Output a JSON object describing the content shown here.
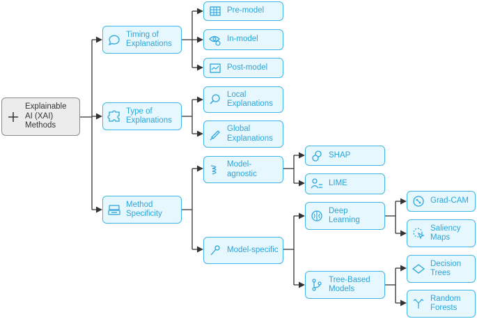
{
  "colors": {
    "node_fill": "#e6f7fd",
    "node_border": "#3fb6e6",
    "node_text": "#2aa5da",
    "root_fill": "#ececec",
    "connector": "#333333"
  },
  "root": {
    "label": "Explainable AI (XAI) Methods",
    "icon": "plus-icon"
  },
  "branches": {
    "timing": {
      "label": "Timing of Explanations",
      "icon": "chat-bubble-icon",
      "children": {
        "pre_model": {
          "label": "Pre-model",
          "icon": "table-icon"
        },
        "in_model": {
          "label": "In-model",
          "icon": "eye-gear-icon"
        },
        "post_model": {
          "label": "Post-model",
          "icon": "line-chart-icon"
        }
      }
    },
    "type": {
      "label": "Type of Explanations",
      "icon": "puzzle-icon",
      "children": {
        "local": {
          "label": "Local Explanations",
          "icon": "magnifier-icon"
        },
        "global": {
          "label": "Global Explanations",
          "icon": "telescope-icon"
        }
      }
    },
    "specificity": {
      "label": "Method Specificity",
      "icon": "cash-register-icon",
      "children": {
        "agnostic": {
          "label": "Model-agnostic",
          "icon": "spring-icon",
          "children": {
            "shap": {
              "label": "SHAP",
              "icon": "coins-icon"
            },
            "lime": {
              "label": "LIME",
              "icon": "user-sliders-icon"
            }
          }
        },
        "specific": {
          "label": "Model-specific",
          "icon": "pin-icon",
          "children": {
            "deep": {
              "label": "Deep Learning",
              "icon": "brain-icon",
              "children": {
                "gradcam": {
                  "label": "Grad-CAM",
                  "icon": "brain-network-icon"
                },
                "saliency": {
                  "label": "Saliency Maps",
                  "icon": "cursor-icon"
                }
              }
            },
            "tree": {
              "label": "Tree-Based Models",
              "icon": "git-branch-icon",
              "children": {
                "decision": {
                  "label": "Decision Trees",
                  "icon": "diamond-icon"
                },
                "forest": {
                  "label": "Random Forests",
                  "icon": "split-arrows-icon"
                }
              }
            }
          }
        }
      }
    }
  }
}
